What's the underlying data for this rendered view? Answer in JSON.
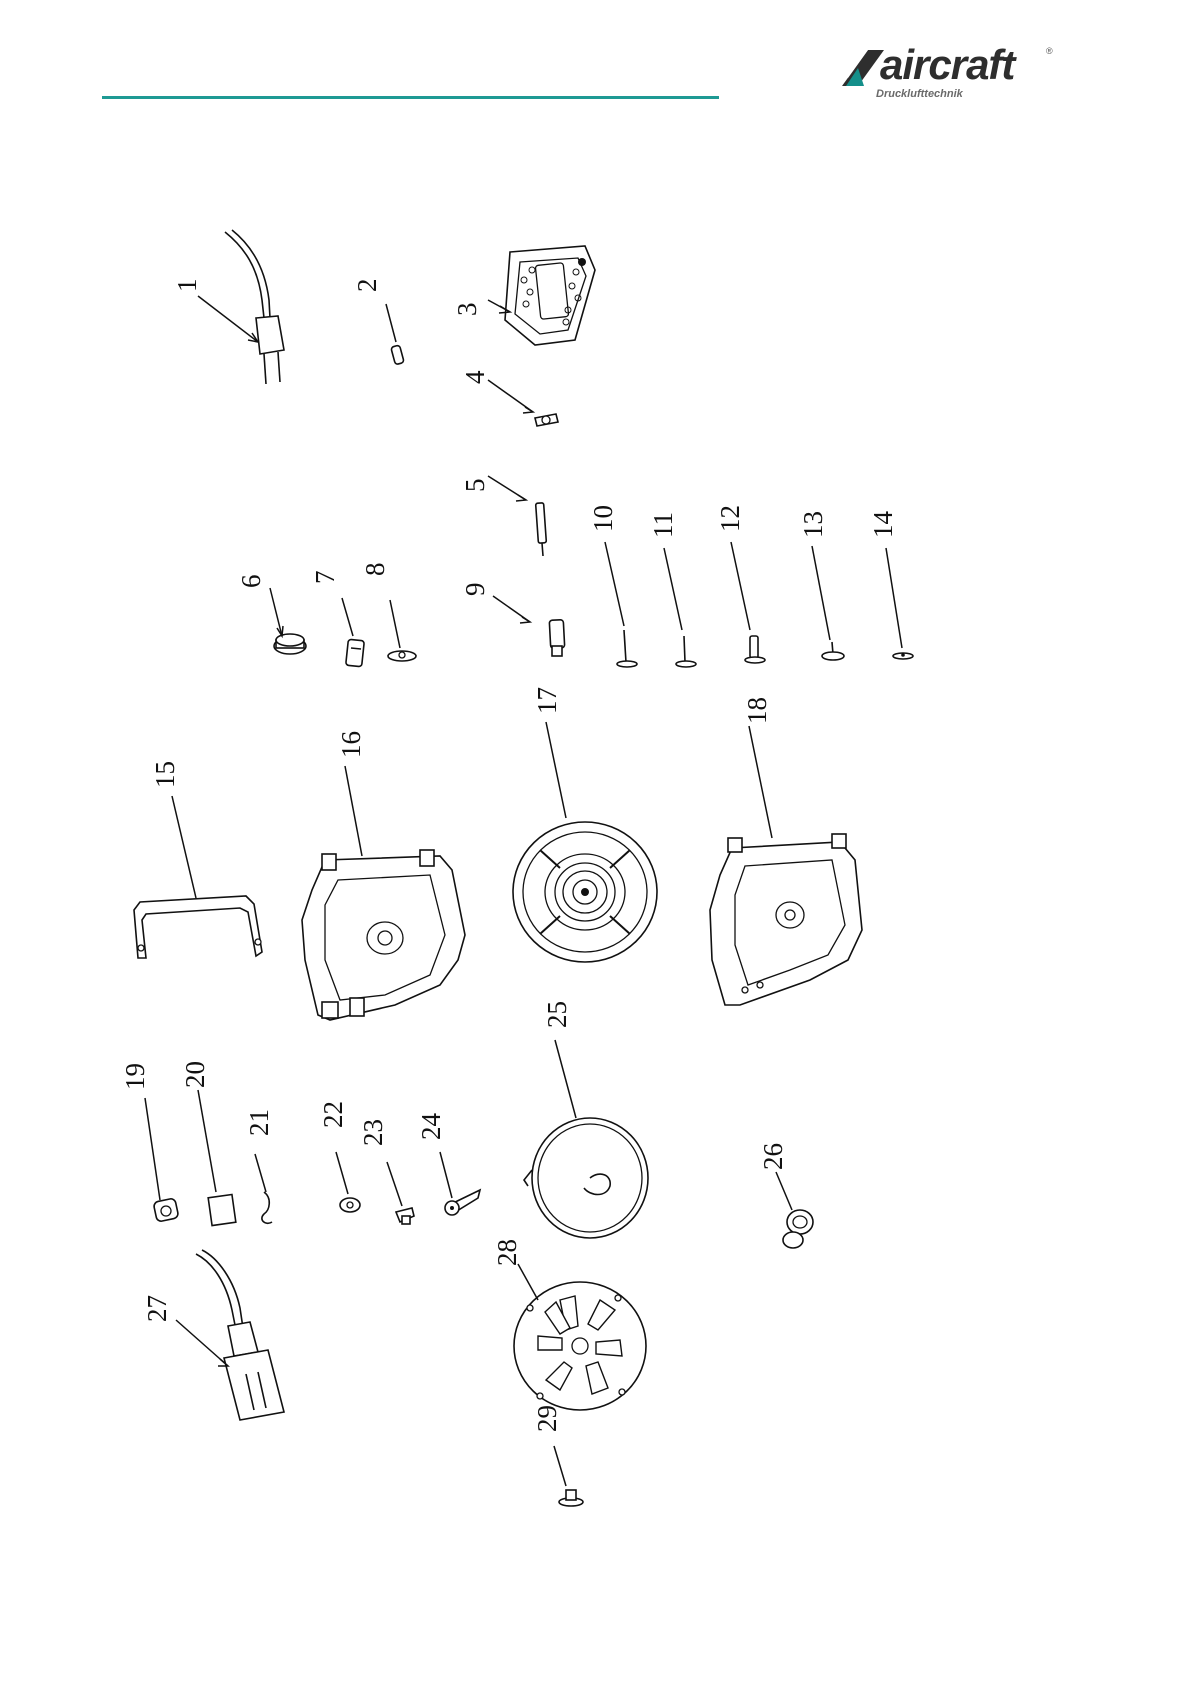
{
  "brand": {
    "name": "aircraft",
    "registered": "®",
    "tagline": "Drucklufttechnik",
    "color_dark": "#2e2e2e",
    "color_accent": "#148f8a"
  },
  "header": {
    "rule_color": "#1e9a94"
  },
  "diagram": {
    "callouts": [
      {
        "id": "1",
        "label": "1"
      },
      {
        "id": "2",
        "label": "2"
      },
      {
        "id": "3",
        "label": "3"
      },
      {
        "id": "4",
        "label": "4"
      },
      {
        "id": "5",
        "label": "5"
      },
      {
        "id": "6",
        "label": "6"
      },
      {
        "id": "7",
        "label": "7"
      },
      {
        "id": "8",
        "label": "8"
      },
      {
        "id": "9",
        "label": "9"
      },
      {
        "id": "10",
        "label": "10"
      },
      {
        "id": "11",
        "label": "11"
      },
      {
        "id": "12",
        "label": "12"
      },
      {
        "id": "13",
        "label": "13"
      },
      {
        "id": "14",
        "label": "14"
      },
      {
        "id": "15",
        "label": "15"
      },
      {
        "id": "16",
        "label": "16"
      },
      {
        "id": "17",
        "label": "17"
      },
      {
        "id": "18",
        "label": "18"
      },
      {
        "id": "19",
        "label": "19"
      },
      {
        "id": "20",
        "label": "20"
      },
      {
        "id": "21",
        "label": "21"
      },
      {
        "id": "22",
        "label": "22"
      },
      {
        "id": "23",
        "label": "23"
      },
      {
        "id": "24",
        "label": "24"
      },
      {
        "id": "25",
        "label": "25"
      },
      {
        "id": "26",
        "label": "26"
      },
      {
        "id": "27",
        "label": "27"
      },
      {
        "id": "28",
        "label": "28"
      },
      {
        "id": "29",
        "label": "29"
      }
    ]
  }
}
